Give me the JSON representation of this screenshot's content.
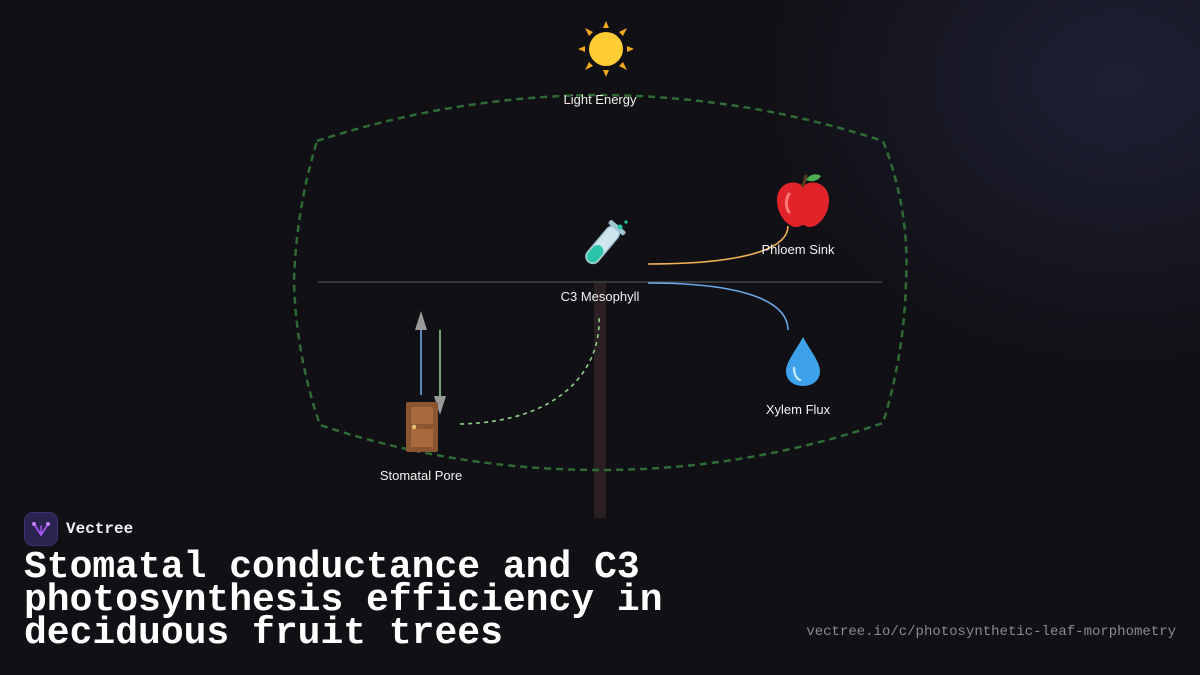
{
  "brand": {
    "name": "Vectree",
    "logo_icon": "tree-fork-icon",
    "logo_color": "#a855f7"
  },
  "title": "Stomatal conductance and C3 photosynthesis efficiency in deciduous fruit trees",
  "source_url": "vectree.io/c/photosynthetic-leaf-morphometry",
  "diagram": {
    "nodes": {
      "light": {
        "label": "Light Energy",
        "icon": "sun-icon",
        "glyph": "☀️"
      },
      "phloem": {
        "label": "Phloem Sink",
        "icon": "apple-icon",
        "glyph": "🍎"
      },
      "mesophyll": {
        "label": "C3 Mesophyll",
        "icon": "test-tube-icon",
        "glyph": "🧪"
      },
      "xylem": {
        "label": "Xylem Flux",
        "icon": "water-drop-icon",
        "glyph": "💧"
      },
      "stomata": {
        "label": "Stomatal Pore",
        "icon": "door-icon",
        "glyph": "🚪"
      }
    },
    "colors": {
      "leaf_outline": "#2f6b35",
      "sugar_flow": "#f2b155",
      "water_flow": "#6aa8e8",
      "gas_flow": "#8fcf8a",
      "midrib": "#2a1f22",
      "arrow": "#9a9a9a"
    }
  }
}
